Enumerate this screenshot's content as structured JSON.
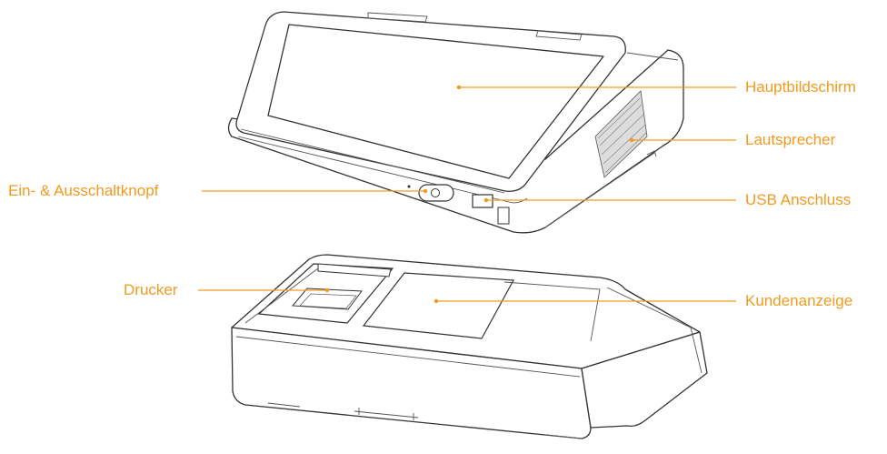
{
  "colors": {
    "accent": "#f39a1e",
    "device_outline": "#333333"
  },
  "callouts": {
    "main_screen": "Hauptbildschirm",
    "speaker": "Lautsprecher",
    "power_button": "Ein- & Ausschaltknopf",
    "usb_port": "USB Anschluss",
    "printer": "Drucker",
    "customer_display": "Kundenanzeige"
  }
}
